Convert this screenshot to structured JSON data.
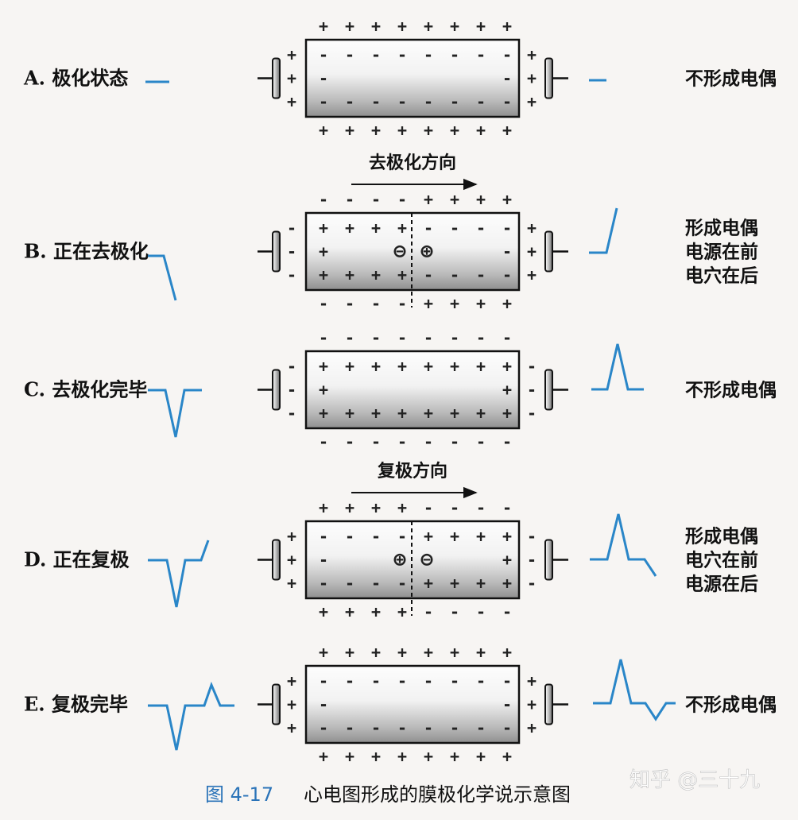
{
  "rows": [
    {
      "label": "A. 极化状态",
      "note": [
        "不形成电偶"
      ],
      "top_signs": "++++++++",
      "bottom_signs": "++++++++",
      "inner_top": "--------",
      "inner_bottom": "--------",
      "inner_mid_left": "-",
      "inner_mid_right": "-",
      "left_outer": "+++",
      "right_outer": "+++",
      "dipole": [
        "",
        ""
      ],
      "direction": "",
      "split": false
    },
    {
      "label": "B. 正在去极化",
      "note": [
        "形成电偶",
        "电源在前",
        "电穴在后"
      ],
      "top_signs": "----++++",
      "bottom_signs": "----++++",
      "inner_top": "++++----",
      "inner_bottom": "++++----",
      "inner_mid_left": "+",
      "inner_mid_right": "-",
      "left_outer": "---",
      "right_outer": "+++",
      "dipole": [
        "⊖",
        "⊕"
      ],
      "direction": "去极化方向",
      "split": true
    },
    {
      "label": "C. 去极化完毕",
      "note": [
        "不形成电偶"
      ],
      "top_signs": "--------",
      "bottom_signs": "--------",
      "inner_top": "++++++++",
      "inner_bottom": "++++++++",
      "inner_mid_left": "+",
      "inner_mid_right": "+",
      "left_outer": "---",
      "right_outer": "---",
      "dipole": [
        "",
        ""
      ],
      "direction": "",
      "split": false
    },
    {
      "label": "D. 正在复极",
      "note": [
        "形成电偶",
        "电穴在前",
        "电源在后"
      ],
      "top_signs": "++++----",
      "bottom_signs": "++++----",
      "inner_top": "----++++",
      "inner_bottom": "----++++",
      "inner_mid_left": "-",
      "inner_mid_right": "+",
      "left_outer": "+++",
      "right_outer": "---",
      "dipole": [
        "⊕",
        "⊖"
      ],
      "direction": "复极方向",
      "split": true
    },
    {
      "label": "E. 复极完毕",
      "note": [
        "不形成电偶"
      ],
      "top_signs": "++++++++",
      "bottom_signs": "++++++++",
      "inner_top": "--------",
      "inner_bottom": "--------",
      "inner_mid_left": "-",
      "inner_mid_right": "-",
      "left_outer": "+++",
      "right_outer": "+++",
      "dipole": [
        "",
        ""
      ],
      "direction": "",
      "split": false
    }
  ],
  "caption": {
    "number": "图 4-17",
    "text": "心电图形成的膜极化学说示意图"
  },
  "watermark": "知乎 @三十九",
  "colors": {
    "wave": "#2a86c8",
    "caption_number": "#2a73b8"
  }
}
